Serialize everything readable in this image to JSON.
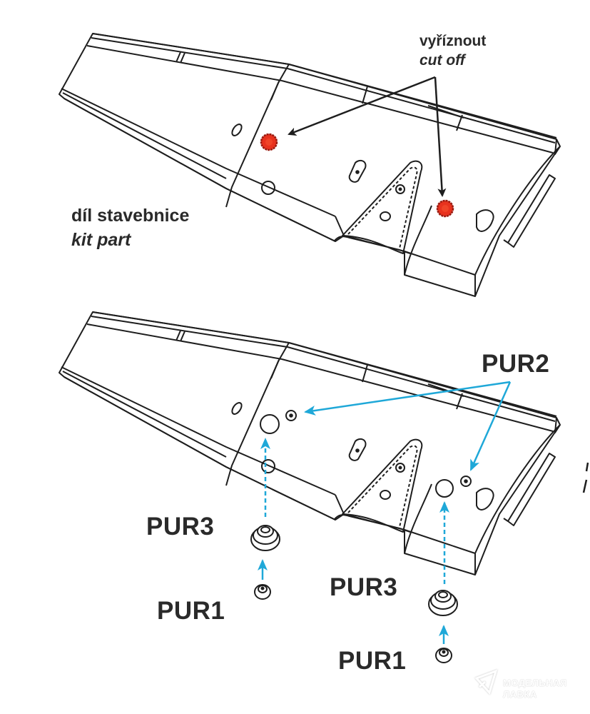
{
  "top_panel": {
    "cut_label_cz": "vyříznout",
    "cut_label_en": "cut off",
    "kit_label_cz": "díl stavebnice",
    "kit_label_en": "kit part"
  },
  "bottom_panel": {
    "pur2_label": "PUR2",
    "left_stack": {
      "pur3_label": "PUR3",
      "pur1_label": "PUR1"
    },
    "right_stack": {
      "pur3_label": "PUR3",
      "pur1_label": "PUR1"
    }
  },
  "watermark": {
    "line1": "МОДЕЛЬНАЯ",
    "line2": "ЛАВКА"
  },
  "colors": {
    "line": "#1e1e1e",
    "cut_red": "#e8321e",
    "cut_red_dark": "#9a1a10",
    "arrow_blue": "#1fa8d8",
    "text": "#2a2a2a"
  },
  "icons": {
    "cut-marker": "red-hexagonal-disc",
    "pur-arrow": "blue-arrow",
    "watermark-logo": "paper-plane-icon"
  }
}
